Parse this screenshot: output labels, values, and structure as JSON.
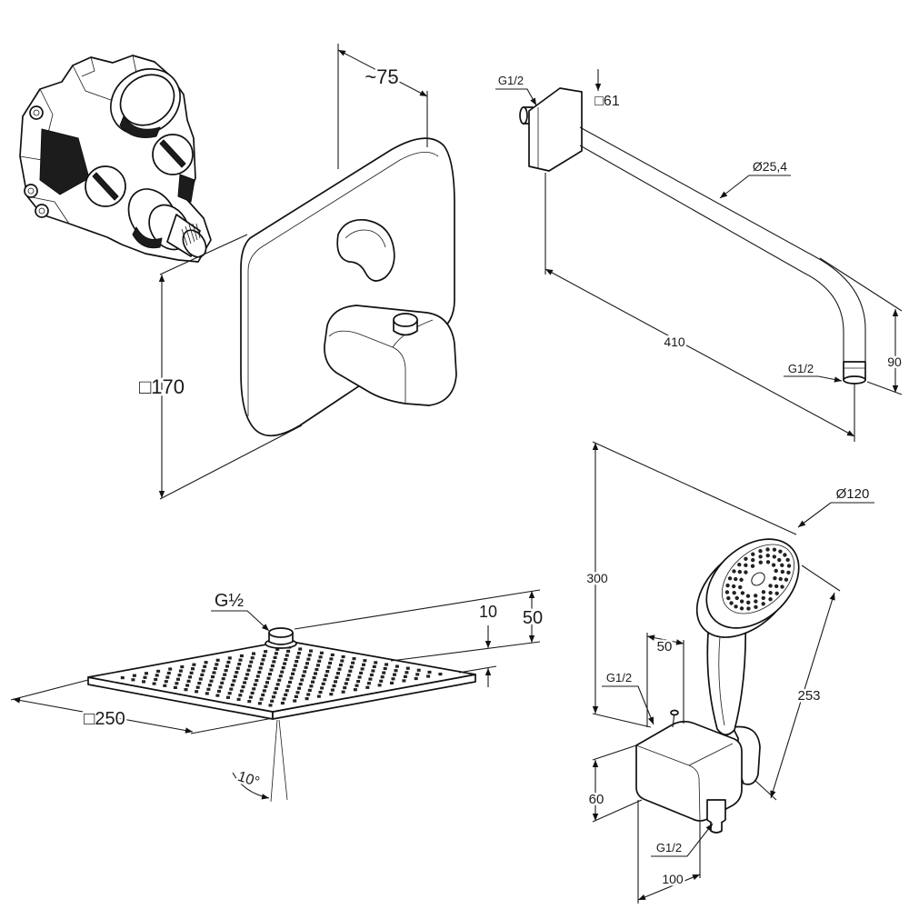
{
  "mixer": {
    "depth_label": "~75",
    "plate_size_label": "□170"
  },
  "shower_arm": {
    "inlet_thread_label": "G1/2",
    "flange_size_label": "□61",
    "tube_diameter_label": "Ø25,4",
    "length_label": "410",
    "drop_label": "90",
    "outlet_thread_label": "G1/2"
  },
  "rain_head": {
    "thread_label": "G½",
    "thickness_label": "10",
    "height_label": "50",
    "size_label": "□250",
    "tilt_label": "10°"
  },
  "hand_shower": {
    "head_diameter_label": "Ø120",
    "overall_height_label": "300",
    "holder_depth_label": "50",
    "holder_thread_label": "G1/2",
    "length_label": "253",
    "holder_height_label": "60",
    "hose_thread_label": "G1/2",
    "holder_width_label": "100"
  }
}
